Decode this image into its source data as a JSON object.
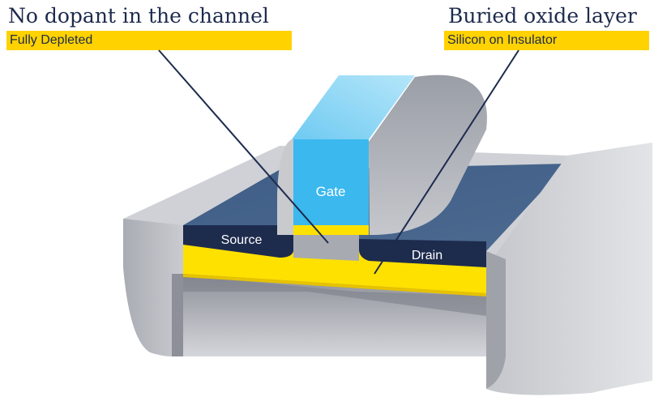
{
  "callouts": {
    "channel": {
      "title": "No dopant in the channel",
      "tag": "Fully Depleted"
    },
    "oxide": {
      "title": "Buried oxide layer",
      "tag": "Silicon on Insulator"
    }
  },
  "regions": {
    "gate": "Gate",
    "source": "Source",
    "drain": "Drain"
  },
  "colors": {
    "navy": "#1d2b4d",
    "yellow": "#ffd200",
    "gate_blue": "#3bb8ee",
    "gate_top": "#9adcf6",
    "gray": "#b9bcc4"
  }
}
